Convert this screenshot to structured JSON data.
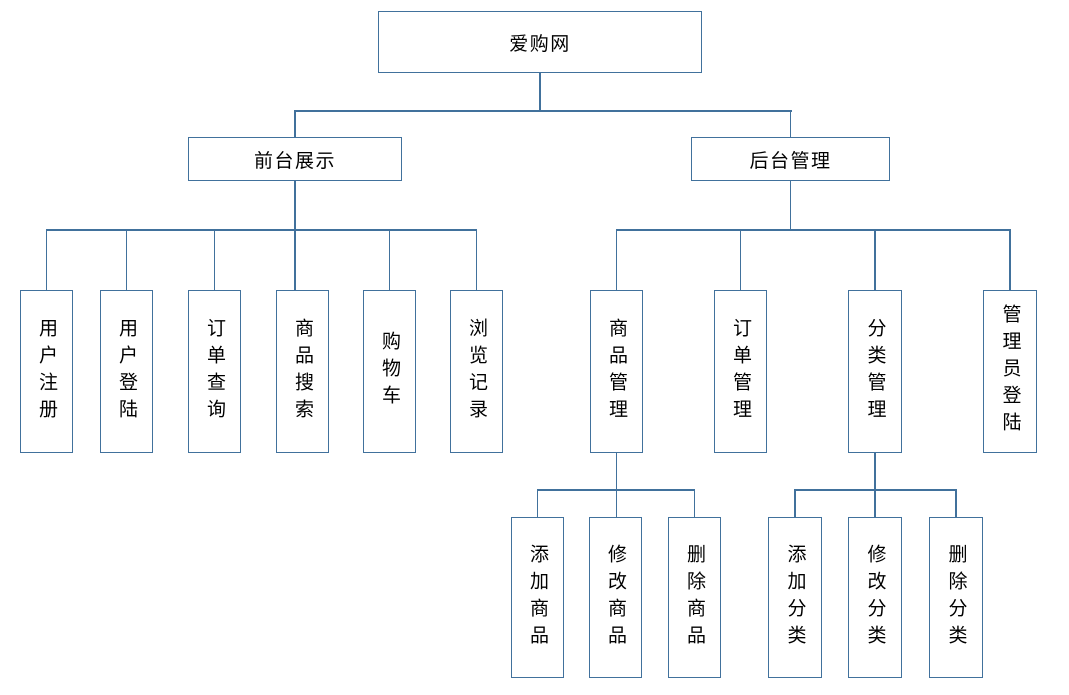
{
  "colors": {
    "line": "#41719C",
    "text": "#000000",
    "background": "#FFFFFF"
  },
  "tree": {
    "root": {
      "label": "爱购网"
    },
    "branches": [
      {
        "label": "前台展示",
        "children": [
          {
            "label": "用户注册"
          },
          {
            "label": "用户登陆"
          },
          {
            "label": "订单查询"
          },
          {
            "label": "商品搜索"
          },
          {
            "label": "购物车"
          },
          {
            "label": "浏览记录"
          }
        ]
      },
      {
        "label": "后台管理",
        "children": [
          {
            "label": "商品管理",
            "children": [
              {
                "label": "添加商品"
              },
              {
                "label": "修改商品"
              },
              {
                "label": "删除商品"
              }
            ]
          },
          {
            "label": "订单管理"
          },
          {
            "label": "分类管理",
            "children": [
              {
                "label": "添加分类"
              },
              {
                "label": "修改分类"
              },
              {
                "label": "删除分类"
              }
            ]
          },
          {
            "label": "管理员登陆"
          }
        ]
      }
    ]
  }
}
